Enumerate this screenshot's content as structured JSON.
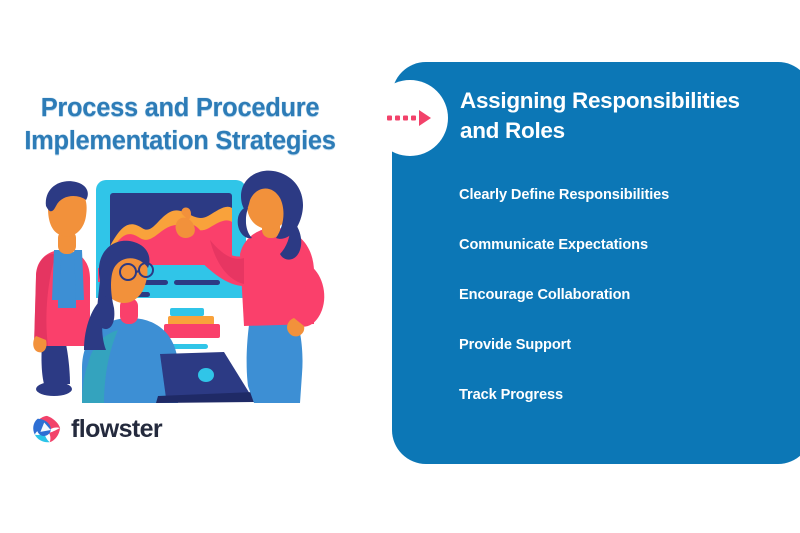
{
  "background_color": "#ffffff",
  "left": {
    "headline_lines": [
      "Process and Procedure",
      "Implementation Strategies"
    ],
    "headline_color": "#2D7CB7",
    "illustration_name": "team-collaboration-illustration",
    "logo": {
      "text": "flowster",
      "mark_name": "flowster-logo-mark",
      "text_color": "#242A3D",
      "mark_colors": [
        "#2E6FD4",
        "#2BC4E8",
        "#F2426A"
      ]
    }
  },
  "panel": {
    "background_color": "#0C77B6",
    "badge": {
      "icon_name": "dotted-arrow-icon",
      "icon_color": "#F2426A",
      "circle_color": "#ffffff"
    },
    "title_lines": [
      "Assigning Responsibilities",
      "and Roles"
    ],
    "title_color": "#ffffff",
    "items": [
      "Clearly Define Responsibilities",
      "Communicate Expectations",
      "Encourage Collaboration",
      "Provide Support",
      "Track Progress"
    ]
  }
}
